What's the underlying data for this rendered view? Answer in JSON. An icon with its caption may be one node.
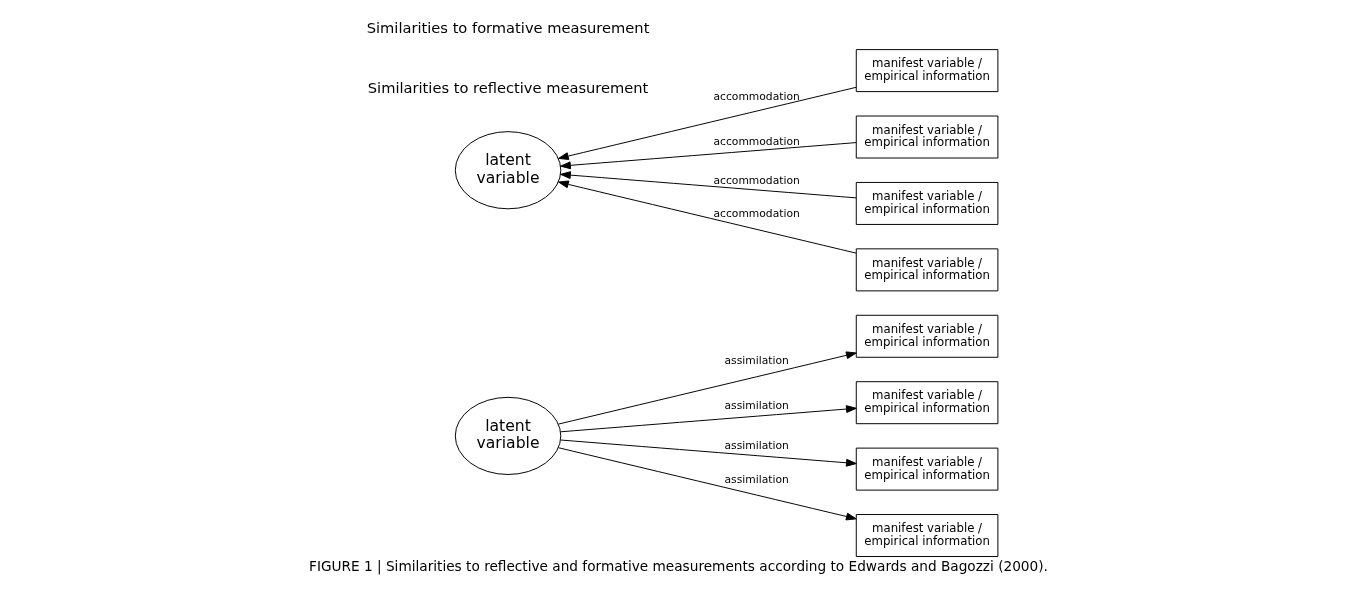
{
  "diagram": {
    "caption": "FIGURE 1 | Similarities to reflective and formative measurements according to Edwards and Bagozzi (2000).",
    "nodes": [
      {
        "text": [
          "latent variable"
        ]
      },
      {
        "text": [
          "manifest variable / empirical information"
        ]
      },
      {
        "text": [
          "manifest variable / empirical information"
        ]
      },
      {
        "text": [
          "manifest variable / empirical information"
        ]
      },
      {
        "text": [
          "manifest variable / empirical information"
        ]
      },
      {
        "text": [
          "latent variable"
        ]
      },
      {
        "text": [
          "manifest variable / empirical information"
        ]
      },
      {
        "text": [
          "manifest variable / empirical information"
        ]
      },
      {
        "text": [
          "manifest variable / empirical information"
        ]
      },
      {
        "text": [
          "manifest variable / empirical information"
        ]
      }
    ],
    "edges": [
      {
        "from": 0,
        "to": 1,
        "arrow": "to",
        "label": "assimilation"
      },
      {
        "from": 0,
        "to": 2,
        "arrow": "to",
        "label": "assimilation"
      },
      {
        "from": 0,
        "to": 3,
        "arrow": "to",
        "label": "assimilation"
      },
      {
        "from": 0,
        "to": 4,
        "arrow": "to",
        "label": "assimilation"
      },
      {
        "from": 6,
        "to": 5,
        "arrow": "to",
        "label": "accommodation"
      },
      {
        "from": 7,
        "to": 5,
        "arrow": "to",
        "label": "accommodation"
      },
      {
        "from": 8,
        "to": 5,
        "arrow": "to",
        "label": "accommodation"
      },
      {
        "from": 9,
        "to": 5,
        "arrow": "to",
        "label": "accommodation"
      }
    ],
    "labels": [
      "Similarities to reflective measurement",
      "Similarities to formative measurement"
    ]
  }
}
